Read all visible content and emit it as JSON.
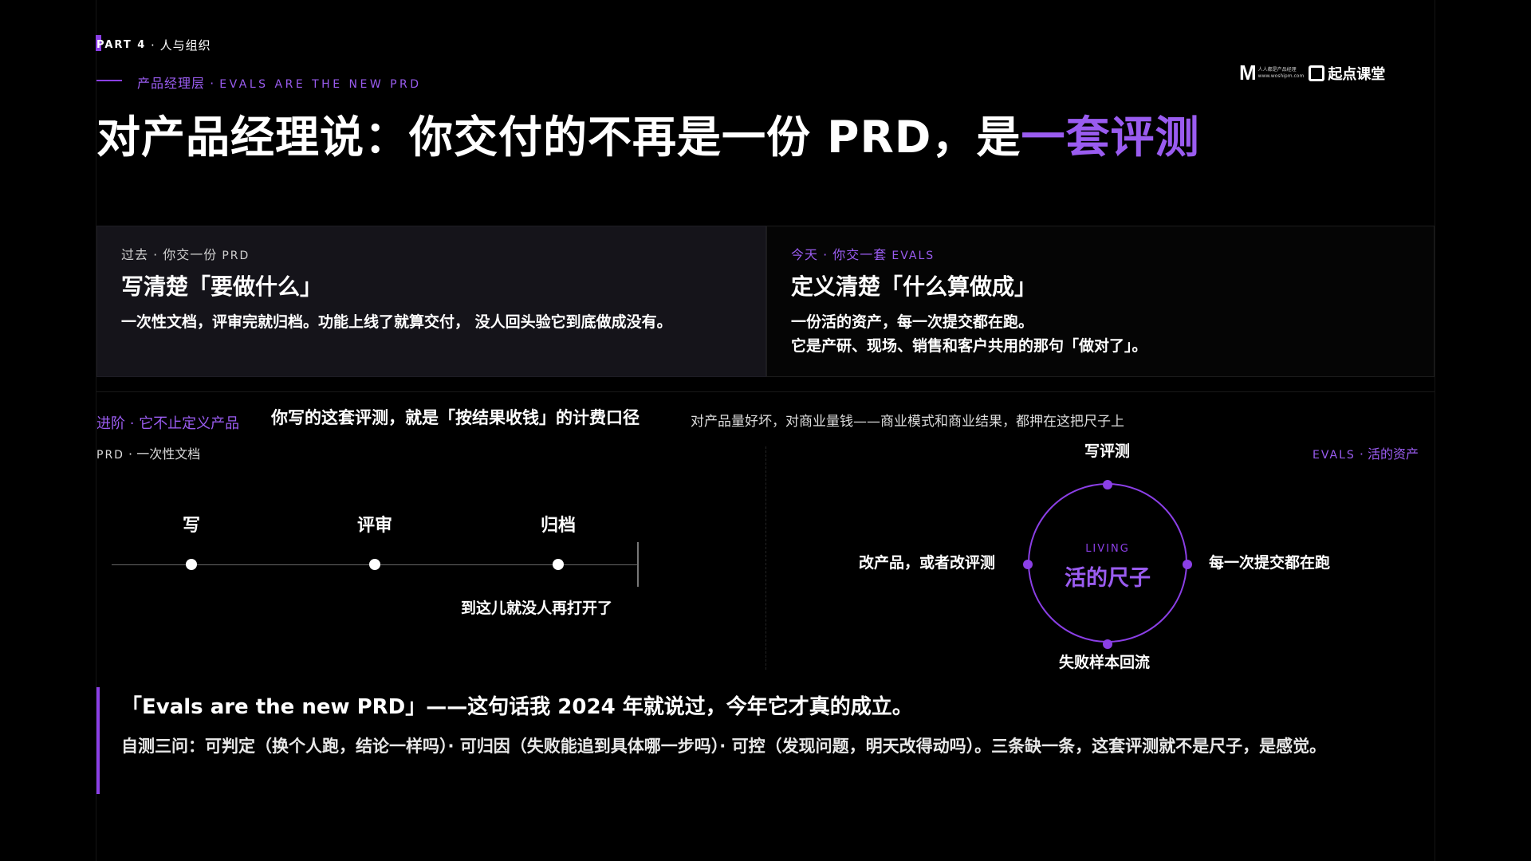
{
  "header": {
    "part_en": "PART 4",
    "part_sep": " · ",
    "part_cn": "人与组织",
    "section_cn": "产品经理层",
    "section_sep": " · ",
    "section_en": "EVALS ARE THE NEW PRD",
    "title_main": "对产品经理说：你交付的不再是一份 PRD，是",
    "title_highlight": "一套评测"
  },
  "logo": {
    "mark": "M",
    "small_line1": "人人都是产品经理",
    "small_line2": "www.woshipm.com",
    "brand": "起点课堂"
  },
  "past_card": {
    "kicker_cn": "过去 · 你交一份",
    "kicker_en": "PRD",
    "title": "写清楚「要做什么」",
    "body": "一次性文档，评审完就归档。功能上线了就算交付， 没人回头验它到底做成没有。"
  },
  "today_card": {
    "kicker_cn": "今天 · 你交一套",
    "kicker_en": "EVALS",
    "title": "定义清楚「什么算做成」",
    "body_line1": "一份活的资产，每一次提交都在跑。",
    "body_line2": "它是产研、现场、销售和客户共用的那句「做对了」。"
  },
  "advance": {
    "label": "进阶 · 它不止定义产品",
    "main": "你写的这套评测，就是「按结果收钱」的计费口径",
    "sub": "对产品量好坏，对商业量钱——商业模式和商业结果，都押在这把尺子上"
  },
  "prd_side": {
    "label_en": "PRD",
    "label_cn": " · 一次性文档",
    "steps": [
      "写",
      "评审",
      "归档"
    ],
    "end_note": "到这儿就没人再打开了"
  },
  "evals_side": {
    "label_en": "EVALS",
    "label_cn": " · 活的资产",
    "center_kicker": "LIVING",
    "center_title": "活的尺子",
    "top": "写评测",
    "right": "每一次提交都在跑",
    "bottom": "失败样本回流",
    "left": "改产品，或者改评测"
  },
  "quote": {
    "main": "「Evals are the new PRD」——这句话我 2024 年就说过，今年它才真的成立。",
    "sub": "自测三问：可判定（换个人跑，结论一样吗）· 可归因（失败能追到具体哪一步吗）· 可控（发现问题，明天改得动吗）。三条缺一条，这套评测就不是尺子，是感觉。"
  },
  "colors": {
    "accent": "#8b3fe6",
    "accent_text": "#9a5cf0",
    "background": "#000000"
  }
}
